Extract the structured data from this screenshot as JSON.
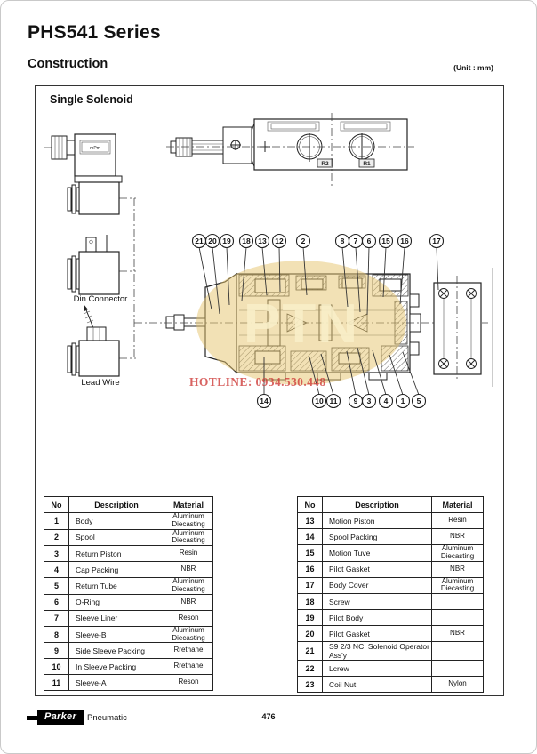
{
  "page": {
    "title": "PHS541 Series",
    "section": "Construction",
    "unit_note": "(Unit : mm)",
    "page_number": "476"
  },
  "footer": {
    "brand": "Parker",
    "brand_suffix": "Pneumatic"
  },
  "diagram": {
    "panel_label": "Single Solenoid",
    "connector_badge": "mPm",
    "coil_labels": {
      "din_connector": "Din Connector",
      "lead_wire": "Lead Wire"
    },
    "port_labels": {
      "r2": "R2",
      "r1": "R1"
    },
    "callouts_top": [
      "21",
      "20",
      "19",
      "18",
      "13",
      "12",
      "2",
      "8",
      "7",
      "6",
      "15",
      "16",
      "17"
    ],
    "callouts_bottom": [
      "14",
      "10",
      "11",
      "9",
      "3",
      "4",
      "1",
      "5"
    ],
    "watermark": {
      "letters": "PTN",
      "hotline": "HOTLINE: 0934.530.448",
      "gold_color": "#e5c36c",
      "red_color": "#ce3c3a"
    }
  },
  "tables": {
    "headers": {
      "no": "No",
      "description": "Description",
      "material": "Material"
    },
    "left": {
      "rows": [
        {
          "no": "1",
          "description": "Body",
          "material": "Aluminum Diecasting"
        },
        {
          "no": "2",
          "description": "Spool",
          "material": "Aluminum Diecasting"
        },
        {
          "no": "3",
          "description": "Return Piston",
          "material": "Resin"
        },
        {
          "no": "4",
          "description": "Cap Packing",
          "material": "NBR"
        },
        {
          "no": "5",
          "description": "Return Tube",
          "material": "Aluminum Diecasting"
        },
        {
          "no": "6",
          "description": "O-Ring",
          "material": "NBR"
        },
        {
          "no": "7",
          "description": "Sleeve Liner",
          "material": "Reson"
        },
        {
          "no": "8",
          "description": "Sleeve-B",
          "material": "Aluminum Diecasting"
        },
        {
          "no": "9",
          "description": "Side Sleeve Packing",
          "material": "Rrethane"
        },
        {
          "no": "10",
          "description": "In Sleeve Packing",
          "material": "Rrethane"
        },
        {
          "no": "11",
          "description": "Sleeve-A",
          "material": "Reson"
        }
      ]
    },
    "right": {
      "rows": [
        {
          "no": "13",
          "description": "Motion Piston",
          "material": "Resin"
        },
        {
          "no": "14",
          "description": "Spool Packing",
          "material": "NBR"
        },
        {
          "no": "15",
          "description": "Motion Tuve",
          "material": "Aluminum Diecasting"
        },
        {
          "no": "16",
          "description": "Pilot Gasket",
          "material": "NBR"
        },
        {
          "no": "17",
          "description": "Body Cover",
          "material": "Aluminum Diecasting"
        },
        {
          "no": "18",
          "description": "Screw",
          "material": ""
        },
        {
          "no": "19",
          "description": "Pilot Body",
          "material": ""
        },
        {
          "no": "20",
          "description": "Pilot Gasket",
          "material": "NBR"
        },
        {
          "no": "21",
          "description": "S9 2/3 NC, Solenoid Operator Ass'y",
          "material": ""
        },
        {
          "no": "22",
          "description": "Lcrew",
          "material": ""
        },
        {
          "no": "23",
          "description": "Coil Nut",
          "material": "Nylon"
        }
      ]
    }
  }
}
